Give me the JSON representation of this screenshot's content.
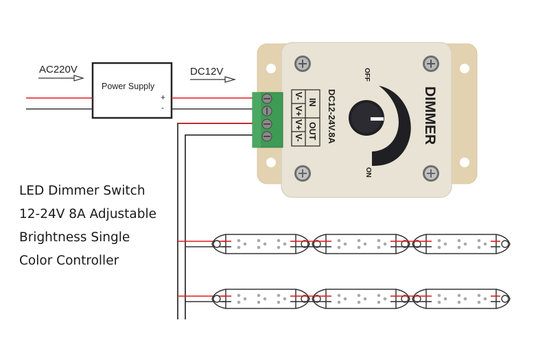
{
  "diagram": {
    "input_label": "AC220V",
    "output_label": "DC12V",
    "power_supply": {
      "title": "Power Supply",
      "plus": "+",
      "minus": "-"
    },
    "dimmer": {
      "brand_text": "DIMMER",
      "rating_text": "DC12-24V.8A",
      "off_label": "OFF",
      "on_label": "ON",
      "terminal_table": {
        "in_label": "IN",
        "out_label": "OUT",
        "pins": [
          "V-",
          "V+",
          "V+",
          "V-"
        ]
      }
    },
    "led_strips": {
      "rows": 2,
      "segments_per_row": 3
    },
    "colors": {
      "positive_wire": "#e0191e",
      "negative_wire": "#333333",
      "housing": "#e8e2d2",
      "flange": "#e3d2b0",
      "terminal": "#3f9a55",
      "knob": "#1f1f24"
    }
  },
  "description": {
    "lines": [
      "LED Dimmer Switch",
      "12-24V 8A Adjustable",
      "Brightness Single",
      "Color Controller"
    ]
  }
}
